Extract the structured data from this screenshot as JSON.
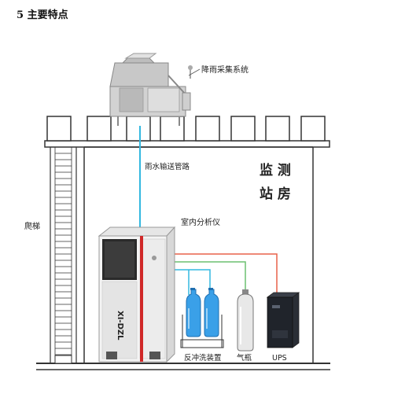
{
  "section_title": "5 主要特点",
  "labels": {
    "rain_sampler": "降雨采集系统",
    "rain_pipe": "雨水输送管路",
    "station_line1": "监 测",
    "station_line2": "站 房",
    "ladder": "爬梯",
    "indoor_analyzer": "室内分析仪",
    "flush_device": "反冲洗装置",
    "gas_cylinder": "气瓶",
    "ups": "UPS",
    "analyzer_brand": "XI-DZL"
  },
  "colors": {
    "rain_pipe": "#33b8e0",
    "flush_pipe": "#33b8e0",
    "gas_pipe": "#6cc070",
    "power_pipe": "#e8624a",
    "analyzer_accent": "#d02828",
    "bottle_blue": "#3aa0e8"
  },
  "icons": {
    "analyzer": "analyzer-cabinet-icon",
    "bottles": "water-bottle-icon",
    "gas": "gas-cylinder-icon",
    "ups": "ups-unit-icon",
    "sampler": "rain-sampler-icon"
  }
}
